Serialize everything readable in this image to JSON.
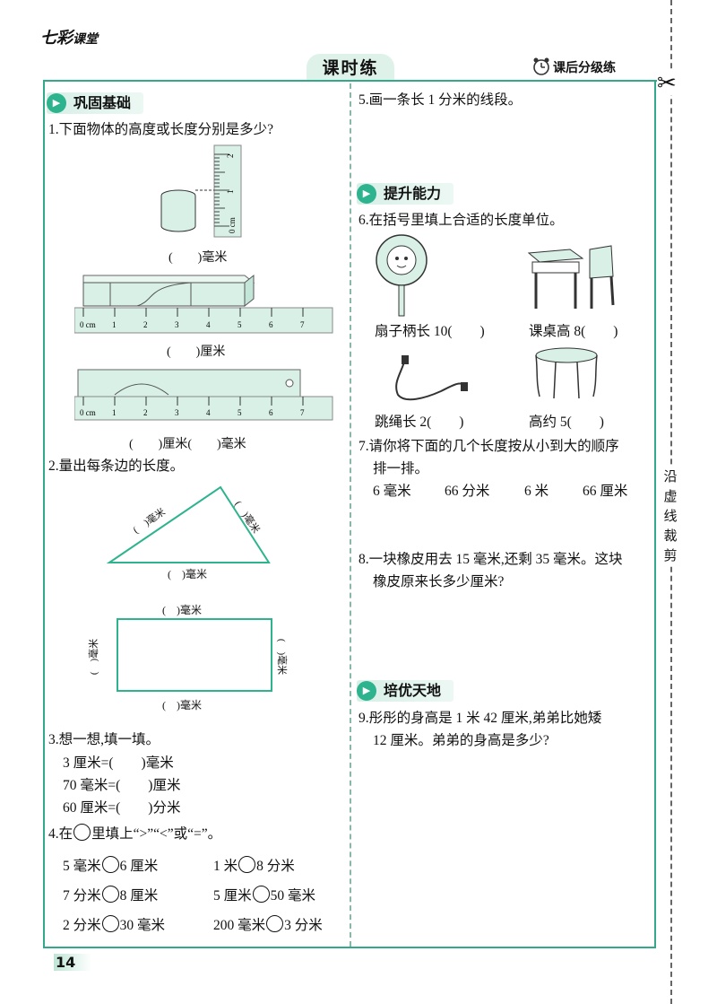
{
  "header": {
    "brand_big": "七彩",
    "brand_small": "课堂",
    "title": "课时练",
    "sub_label": "课后分级练",
    "page_number": "14",
    "cut_label": [
      "沿",
      "虚",
      "线",
      "裁",
      "剪"
    ]
  },
  "sections": {
    "basic": "巩固基础",
    "improve": "提升能力",
    "excel": "培优天地"
  },
  "q1": {
    "text": "1.下面物体的高度或长度分别是多少?",
    "blank1": "(　　)毫米",
    "blank2": "(　　)厘米",
    "blank3": "(　　)厘米(　　)毫米",
    "vruler_labels": [
      "2",
      "1",
      "0 cm"
    ],
    "hruler_labels": [
      "0 cm",
      "1",
      "2",
      "3",
      "4",
      "5",
      "6",
      "7"
    ]
  },
  "q2": {
    "text": "2.量出每条边的长度。",
    "tri_left": "(　)毫米",
    "tri_right": "(　)毫米",
    "tri_bottom": "(　)毫米",
    "rect_top": "(　)毫米",
    "rect_bottom": "(　)毫米",
    "rect_left": "(　)毫米",
    "rect_right": "(　)毫米"
  },
  "q3": {
    "text": "3.想一想,填一填。",
    "lines": [
      "3 厘米=(　　)毫米",
      "70 毫米=(　　)厘米",
      "60 厘米=(　　)分米"
    ]
  },
  "q4": {
    "text_before": "4.在",
    "text_after": "里填上“>”“<”或“=”。",
    "rows": [
      {
        "a_left": "5 毫米",
        "a_right": "6 厘米",
        "b_left": "1 米",
        "b_right": "8 分米"
      },
      {
        "a_left": "7 分米",
        "a_right": "8 厘米",
        "b_left": "5 厘米",
        "b_right": "50 毫米"
      },
      {
        "a_left": "2 分米",
        "a_right": "30 毫米",
        "b_left": "200 毫米",
        "b_right": "3 分米"
      }
    ]
  },
  "q5": {
    "text": "5.画一条长 1 分米的线段。"
  },
  "q6": {
    "text": "6.在括号里填上合适的长度单位。",
    "items": [
      "扇子柄长 10(　　)",
      "课桌高 8(　　)",
      "跳绳长 2(　　)",
      "高约 5(　　)"
    ]
  },
  "q7": {
    "text1": "7.请你将下面的几个长度按从小到大的顺序",
    "text2": "排一排。",
    "values": [
      "6 毫米",
      "66 分米",
      "6 米",
      "66 厘米"
    ]
  },
  "q8": {
    "text1": "8.一块橡皮用去 15 毫米,还剩 35 毫米。这块",
    "text2": "橡皮原来长多少厘米?"
  },
  "q9": {
    "text1": "9.彤彤的身高是 1 米 42 厘米,弟弟比她矮",
    "text2": "12 厘米。弟弟的身高是多少?"
  }
}
